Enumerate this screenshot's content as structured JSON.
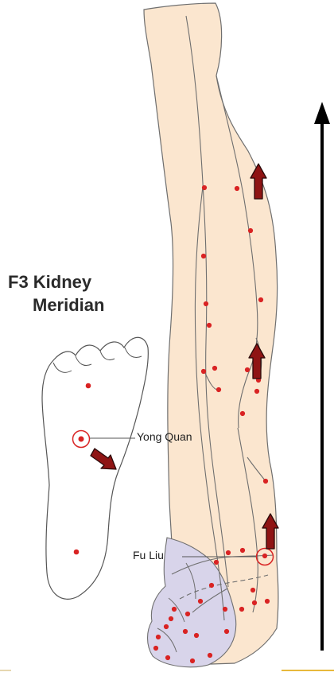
{
  "title": {
    "line1": "F3 Kidney",
    "line2": "Meridian"
  },
  "labels": {
    "yong_quan": "Yong Quan",
    "fu_liu": "Fu Liu"
  },
  "colors": {
    "skin": "#fbe6cf",
    "toes": "#d8d4ea",
    "outline": "#6f6f6f",
    "point": "#d92323",
    "arrow_fill": "#8f1414",
    "arrow_stroke": "#2b0a0a",
    "flow_arrow": "#000000",
    "accent_line": "#e8b93c"
  },
  "icons": {
    "points": "acupuncture-point-dot",
    "highlight": "target-ring-icon",
    "direction": "flow-arrow-icon"
  }
}
